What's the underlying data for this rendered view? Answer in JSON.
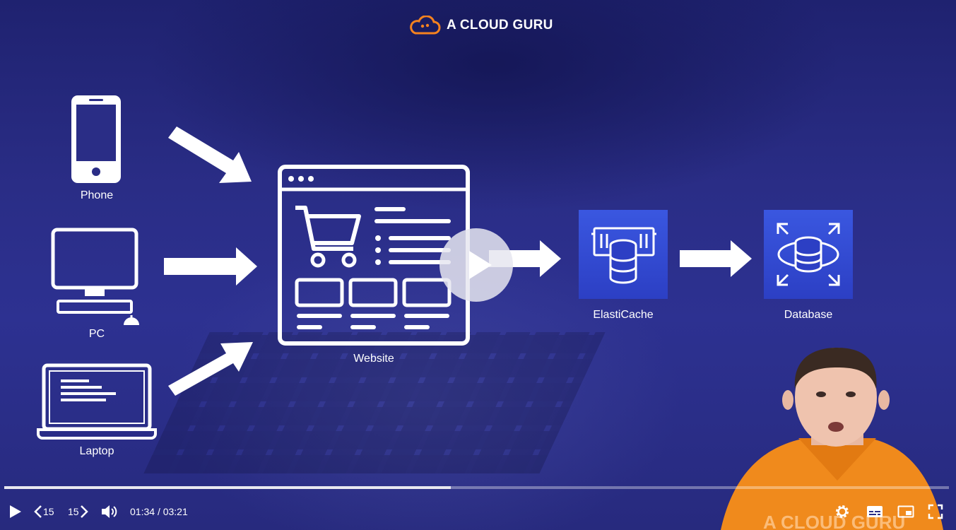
{
  "logo": {
    "text": "A CLOUD GURU"
  },
  "diagram": {
    "phone_label": "Phone",
    "pc_label": "PC",
    "laptop_label": "Laptop",
    "website_label": "Website",
    "elasticache_label": "ElastiCache",
    "database_label": "Database"
  },
  "player": {
    "progress_fraction": 0.4728,
    "current_time": "01:34",
    "separator": "/",
    "duration": "03:21",
    "rewind_label": "15",
    "forward_label": "15",
    "shirt_text": "A CLOUD GURU"
  },
  "colors": {
    "background": "#2a2d86",
    "aws_tile": "#3a57e0",
    "logo_orange": "#f5821f",
    "shirt": "#f08a1c"
  }
}
